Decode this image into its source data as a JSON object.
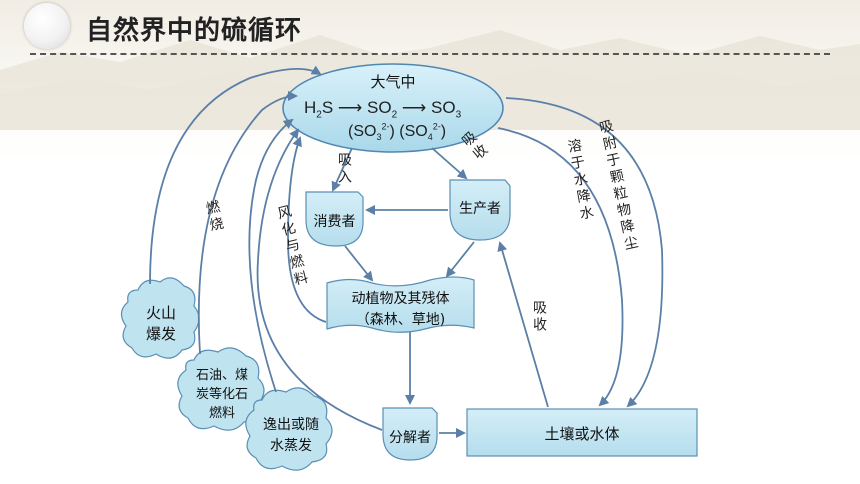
{
  "title": "自然界中的硫循环",
  "atmosphere": {
    "label": "大气中",
    "line1": {
      "a": "H",
      "a_sub": "2",
      "b": "S",
      "c": "SO",
      "c_sub": "2",
      "d": "SO",
      "d_sub": "3"
    },
    "line2": {
      "p1": "(SO",
      "p1_sub": "3",
      "p1_sup": "2-",
      "p1_end": ")",
      "p2": "(SO",
      "p2_sub": "4",
      "p2_sup": "2-",
      "p2_end": ")"
    }
  },
  "nodes": {
    "consumer": "消费者",
    "producer": "生产者",
    "organisms_line1": "动植物及其残体",
    "organisms_line2": "（森林、草地)",
    "decomposer": "分解者",
    "soil_water": "土壤或水体",
    "volcano_line1": "火山",
    "volcano_line2": "爆发",
    "fossil_line1": "石油、煤",
    "fossil_line2": "炭等化石",
    "fossil_line3": "燃料",
    "escape_line1": "逸出或随",
    "escape_line2": "水蒸发"
  },
  "edge_labels": {
    "inhale": "吸入",
    "absorb_top": "吸收",
    "burn": "燃烧",
    "weather": "风化与燃料",
    "absorb_right": "吸收",
    "dissolve": "溶于水降水",
    "adsorb": "吸附于颗粒物降尘"
  },
  "colors": {
    "node_fill": "#bfe3ef",
    "node_stroke": "#5b8fb5",
    "arrow": "#5b7fa6",
    "ellipse_fill": "#c6e7f4"
  }
}
